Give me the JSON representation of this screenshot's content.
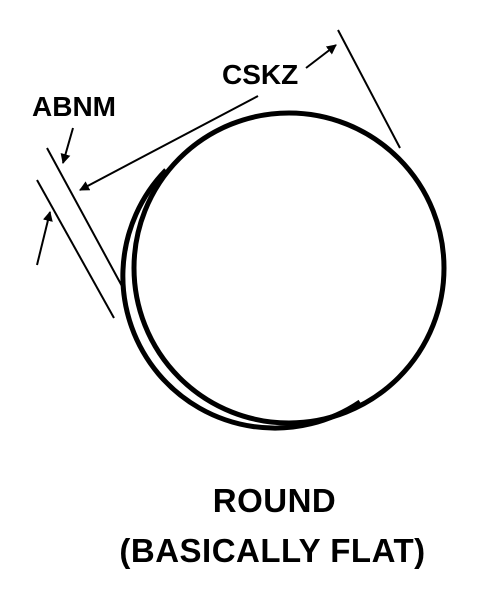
{
  "diagram": {
    "labels": {
      "abnm": "ABNM",
      "cskz": "CSKZ"
    },
    "caption": {
      "line1": "ROUND",
      "line2": "(BASICALLY FLAT)"
    },
    "stroke_color": "#000000",
    "background_color": "#ffffff"
  }
}
